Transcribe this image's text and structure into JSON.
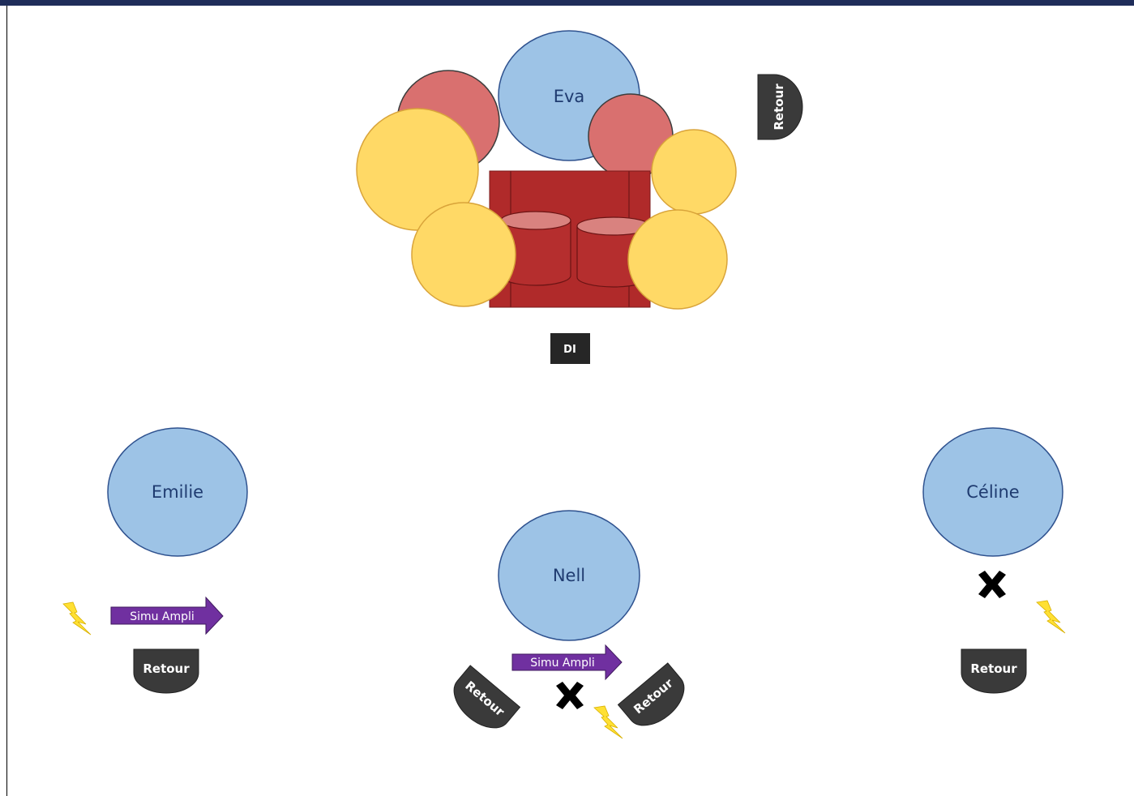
{
  "people": {
    "eva": "Eva",
    "emilie": "Emilie",
    "nell": "Nell",
    "celine": "Céline"
  },
  "monitors": {
    "retour_label": "Retour"
  },
  "di_box": {
    "label": "DI"
  },
  "amp_arrows": {
    "label": "Simu Ampli"
  },
  "colors": {
    "person_fill": "#9dc3e6",
    "person_stroke": "#2f528f",
    "tom_fill": "#d9706f",
    "cymbal_fill": "#ffd966",
    "cymbal_stroke": "#d9a43a",
    "drum_box": "#b02a2a",
    "monitor_fill": "#3a3a3a",
    "arrow_fill": "#7030a0",
    "bolt_fill": "#ffe033"
  }
}
